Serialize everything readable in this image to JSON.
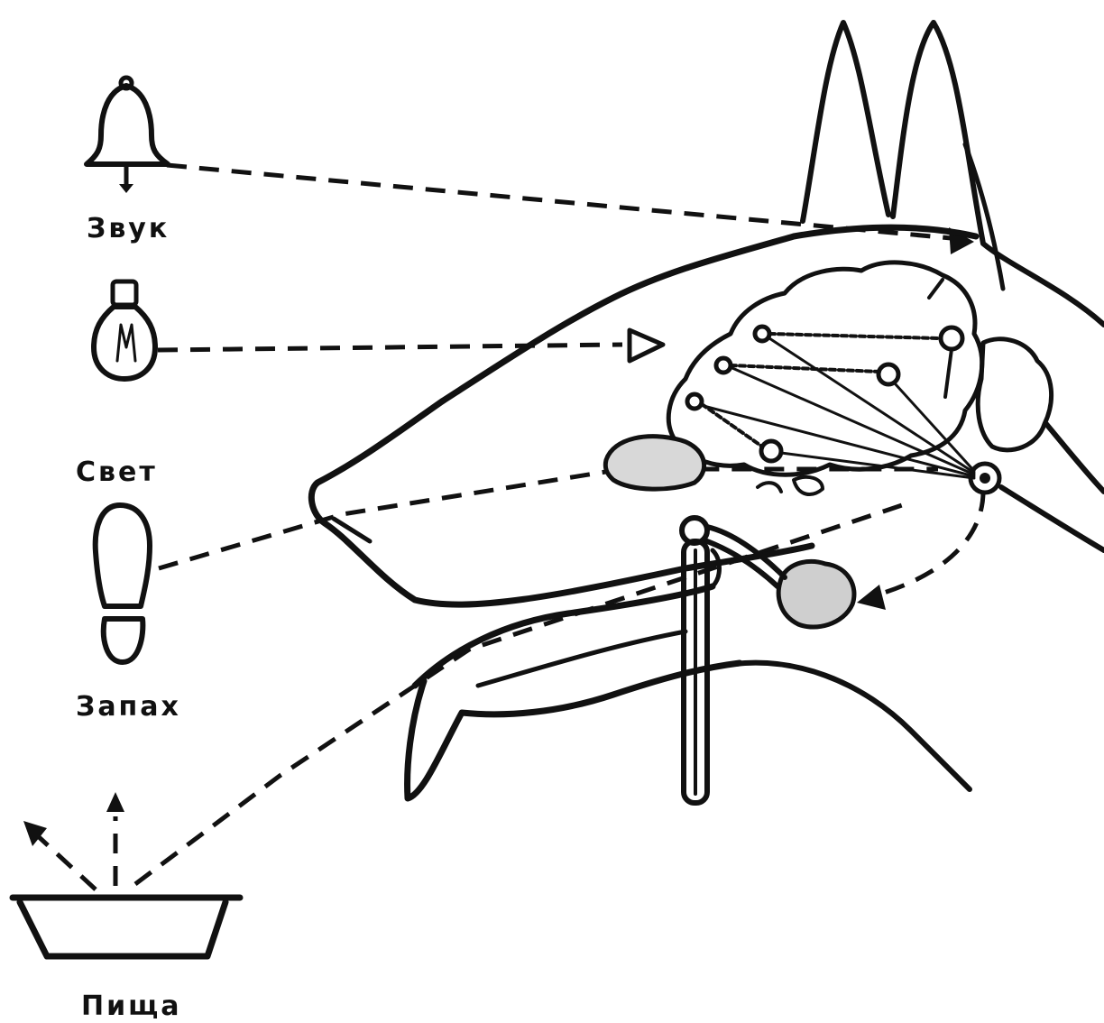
{
  "labels": {
    "sound": "Звук",
    "light": "Свет",
    "smell": "Запах",
    "food": "Пища"
  },
  "colors": {
    "ink": "#111111",
    "background": "#ffffff"
  },
  "icons": [
    "bell-icon",
    "light-bulb-icon",
    "footprint-icon",
    "food-bowl-icon"
  ]
}
